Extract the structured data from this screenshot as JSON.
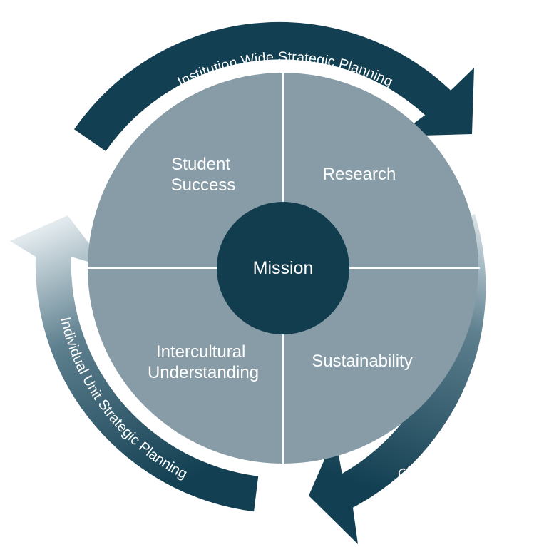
{
  "center": {
    "label": "Mission"
  },
  "quadrants": {
    "top_left": {
      "lines": [
        "Student",
        "Success"
      ]
    },
    "top_right": {
      "lines": [
        "Research"
      ]
    },
    "bottom_left": {
      "lines": [
        "Intercultural",
        "Understanding"
      ]
    },
    "bottom_right": {
      "lines": [
        "Sustainability"
      ]
    }
  },
  "cycle_arrows": {
    "top": {
      "label": "Institution Wide Strategic Planning"
    },
    "right": {
      "label": "Campus Wide Strategic Planning"
    },
    "left": {
      "label": "Individual Unit Strategic Planning"
    }
  },
  "colors": {
    "quadrant_fill": "#879ca6",
    "mission_fill": "#113d4f",
    "arrow_dark": "#123f52",
    "divider": "#ffffff"
  }
}
